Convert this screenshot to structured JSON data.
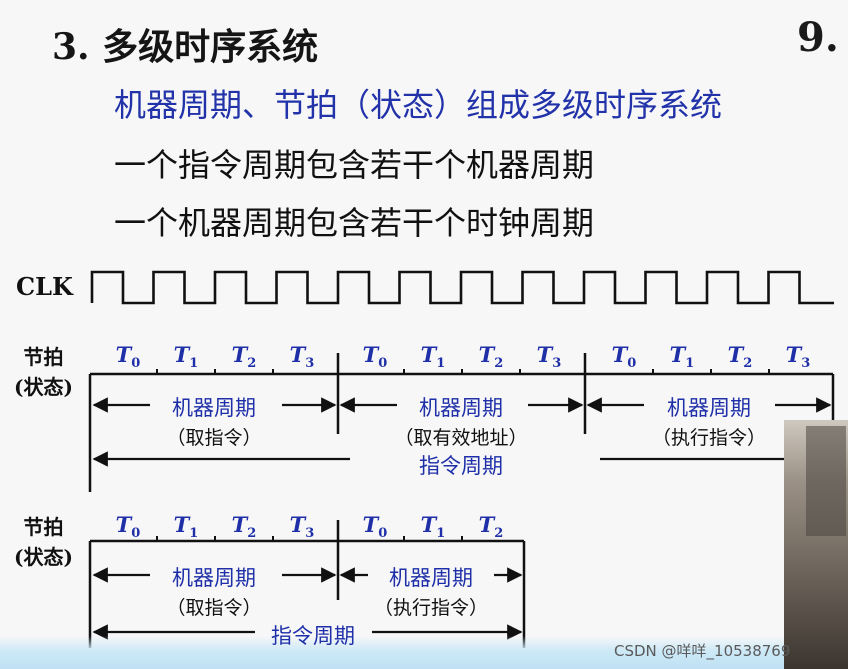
{
  "title": "3. 多级时序系统",
  "slide_number": "9.",
  "lines": [
    "机器周期、节拍（状态）组成多级时序系统",
    "一个指令周期包含若干个机器周期",
    "一个机器周期包含若干个时钟周期"
  ],
  "clk_label": "CLK",
  "row_label": [
    "节拍",
    "(状态)"
  ],
  "diagram1": {
    "beats": [
      {
        "letter": "T",
        "sub": "0"
      },
      {
        "letter": "T",
        "sub": "1"
      },
      {
        "letter": "T",
        "sub": "2"
      },
      {
        "letter": "T",
        "sub": "3"
      },
      {
        "letter": "T",
        "sub": "0"
      },
      {
        "letter": "T",
        "sub": "1"
      },
      {
        "letter": "T",
        "sub": "2"
      },
      {
        "letter": "T",
        "sub": "3"
      },
      {
        "letter": "T",
        "sub": "0"
      },
      {
        "letter": "T",
        "sub": "1"
      },
      {
        "letter": "T",
        "sub": "2"
      },
      {
        "letter": "T",
        "sub": "3"
      }
    ],
    "machine_cycles": [
      {
        "label": "机器周期",
        "note": "（取指令）"
      },
      {
        "label": "机器周期",
        "note": "（取有效地址）"
      },
      {
        "label": "机器周期",
        "note": "（执行指令）"
      }
    ],
    "instruction_cycle": "指令周期"
  },
  "diagram2": {
    "beats": [
      {
        "letter": "T",
        "sub": "0"
      },
      {
        "letter": "T",
        "sub": "1"
      },
      {
        "letter": "T",
        "sub": "2"
      },
      {
        "letter": "T",
        "sub": "3"
      },
      {
        "letter": "T",
        "sub": "0"
      },
      {
        "letter": "T",
        "sub": "1"
      },
      {
        "letter": "T",
        "sub": "2"
      }
    ],
    "machine_cycles": [
      {
        "label": "机器周期",
        "note": "（取指令）"
      },
      {
        "label": "机器周期",
        "note": "（执行指令）"
      }
    ],
    "instruction_cycle": "指令周期"
  },
  "watermark": "CSDN @咩咩_10538769",
  "colors": {
    "blue_text": "#1e2fa8",
    "black_text": "#111111",
    "background": "#f7f7f8"
  }
}
